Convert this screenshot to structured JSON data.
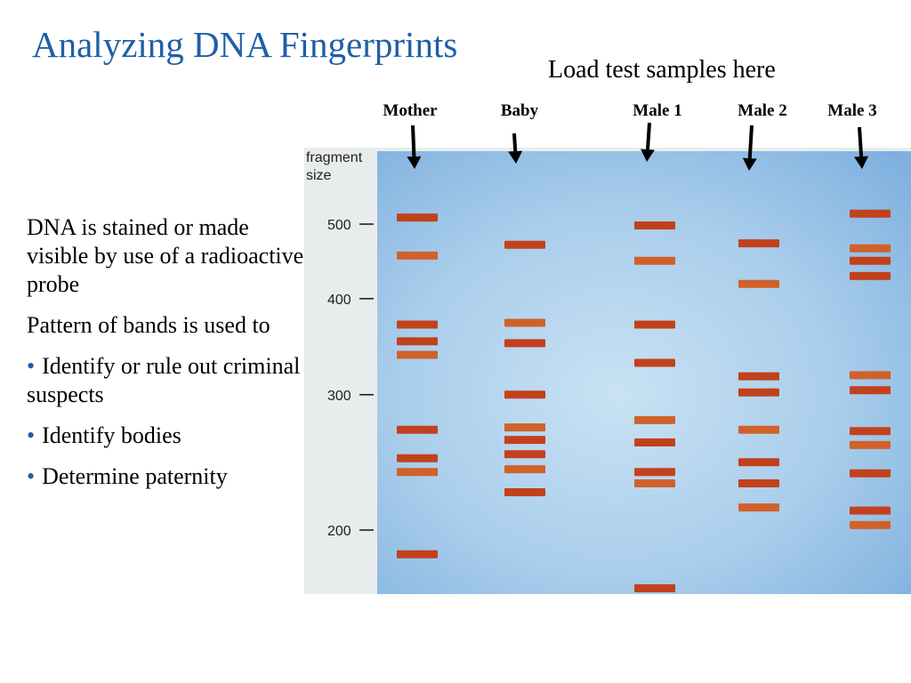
{
  "title": "Analyzing DNA Fingerprints",
  "load_caption": "Load test samples here",
  "body": {
    "para1": "DNA is stained or made visible by use of a radioactive probe",
    "para2": "Pattern of bands is used to",
    "bullets": [
      "Identify or rule out criminal suspects",
      "Identify bodies",
      "Determine paternity"
    ],
    "bullet_glyph": "•"
  },
  "colors": {
    "title": "#1f5fa8",
    "bullet": "#1f5fa8",
    "gel_light": "#c3def2",
    "gel_dark": "#7fb0df",
    "band": "#c2411c",
    "band_light": "#d0612a",
    "arrow": "#000000"
  },
  "lanes": [
    {
      "label": "Mother"
    },
    {
      "label": "Baby"
    },
    {
      "label": "Male 1"
    },
    {
      "label": "Male 2"
    },
    {
      "label": "Male 3"
    }
  ],
  "chart_data": {
    "type": "gel_electrophoresis",
    "ylabel": "fragment size",
    "size_ticks": [
      500,
      400,
      300,
      200
    ],
    "tick_labels": [
      "500",
      "400",
      "300",
      "200"
    ],
    "lanes": [
      {
        "name": "Mother",
        "bands": [
          510,
          455,
          370,
          352,
          338,
          270,
          248,
          238,
          186
        ]
      },
      {
        "name": "Baby",
        "bands": [
          470,
          372,
          350,
          300,
          272,
          262,
          251,
          240,
          224
        ]
      },
      {
        "name": "Male 1",
        "bands": [
          498,
          448,
          370,
          330,
          278,
          260,
          238,
          230,
          168
        ]
      },
      {
        "name": "Male 2",
        "bands": [
          472,
          418,
          317,
          302,
          270,
          245,
          230,
          214
        ]
      },
      {
        "name": "Male 3",
        "bands": [
          516,
          465,
          448,
          428,
          318,
          304,
          269,
          258,
          237,
          212,
          203
        ]
      }
    ]
  }
}
